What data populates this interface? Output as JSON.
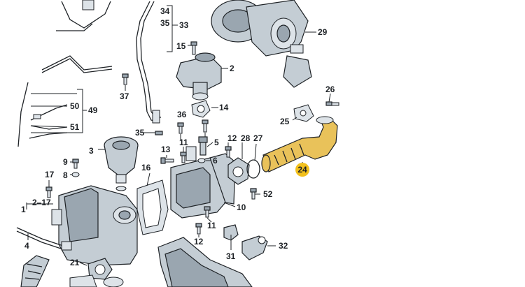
{
  "callouts": {
    "c1": "1",
    "c2": "2",
    "c3": "3",
    "c4": "4",
    "c5": "5",
    "c6": "6",
    "c8": "8",
    "c9": "9",
    "c10": "10",
    "c11a": "11",
    "c11b": "11",
    "c12a": "12",
    "c12b": "12",
    "c13": "13",
    "c14": "14",
    "c15": "15",
    "c16": "16",
    "c17": "17",
    "c2_17": "2–17",
    "c21": "21",
    "c24": "24",
    "c25": "25",
    "c26": "26",
    "c27": "27",
    "c28": "28",
    "c29": "29",
    "c31": "31",
    "c32": "32",
    "c33": "33",
    "c34": "34",
    "c35a": "35",
    "c35b": "35",
    "c36": "36",
    "c37": "37",
    "c49": "49",
    "c50": "50",
    "c51": "51",
    "c52": "52"
  },
  "colors": {
    "highlight_part": "#e9c25a",
    "highlight_badge": "#f2c01c",
    "line": "#1e2226"
  }
}
